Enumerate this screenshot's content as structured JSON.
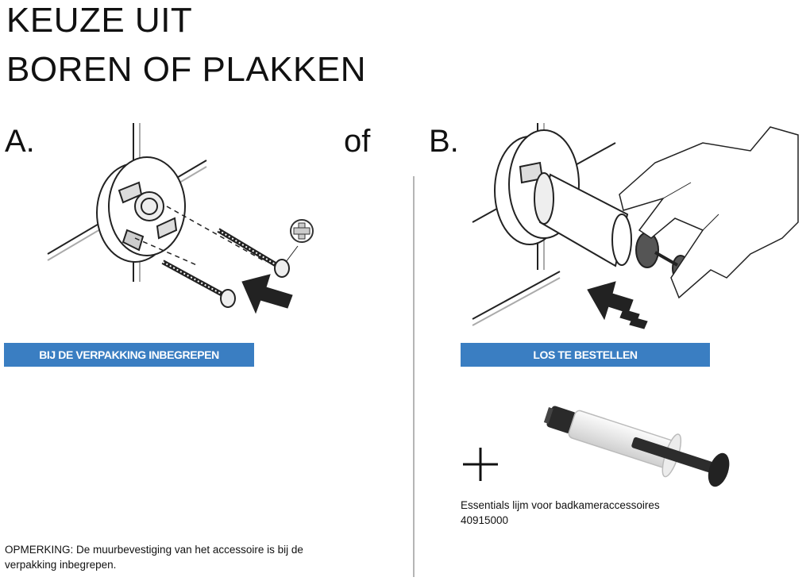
{
  "heading": {
    "line1": "KEUZE UIT",
    "line2": "BOREN OF PLAKKEN"
  },
  "option_a": {
    "letter": "A.",
    "badge": "BIJ DE VERPAKKING INBEGREPEN"
  },
  "separator_word": "of",
  "option_b": {
    "letter": "B.",
    "badge": "LOS TE BESTELLEN"
  },
  "note": "OPMERKING: De muurbevestiging van het accessoire is bij de verpakking inbegrepen.",
  "adhesive": {
    "name": "Essentials lijm voor badkameraccessoires",
    "article_number": "40915000"
  },
  "colors": {
    "badge_blue": "#3a7ec2",
    "line_art": "#222222",
    "divider": "#b5b5b5"
  },
  "icons": [
    "plus-icon",
    "screwdriver-plus-icon",
    "direction-arrow-icon"
  ]
}
